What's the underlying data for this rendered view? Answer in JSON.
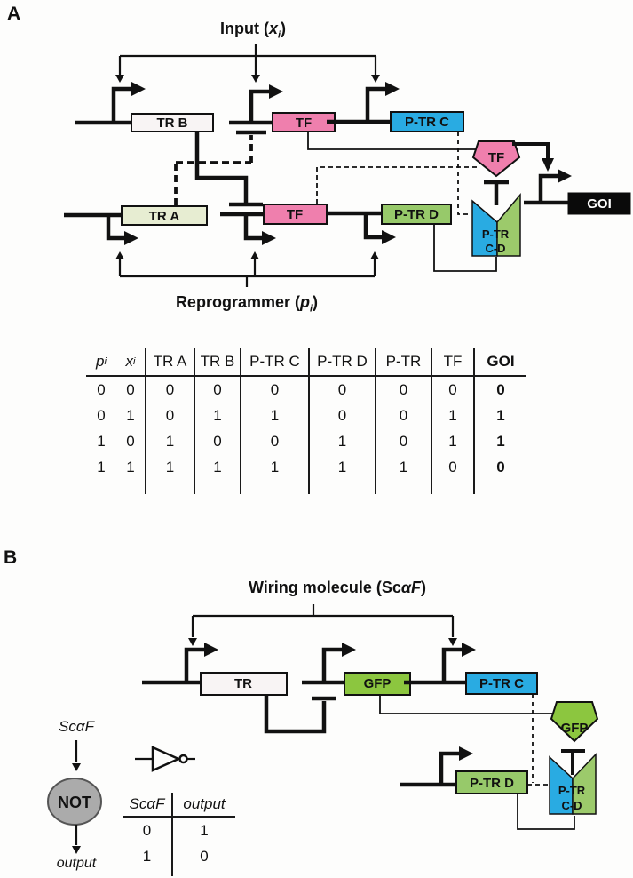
{
  "panelA": {
    "label": "A",
    "input_label": {
      "prefix": "Input (",
      "var": "x",
      "sub": "i",
      "suffix": ")"
    },
    "reprogrammer_label": {
      "prefix": "Reprogrammer (",
      "var": "p",
      "sub": "i",
      "suffix": ")"
    },
    "genes": {
      "tr_b": "TR B",
      "tf_top": "TF",
      "p_tr_c": "P-TR C",
      "tr_a": "TR A",
      "tf_bottom": "TF",
      "p_tr_d": "P-TR D",
      "tf_pentagon": "TF",
      "complex_top": "P-TR",
      "complex_bottom": "C-D",
      "goi": "GOI"
    },
    "truth_table": {
      "headers": [
        {
          "var": "p",
          "sub": "i"
        },
        {
          "var": "x",
          "sub": "i"
        },
        "TR A",
        "TR B",
        "P-TR C",
        "P-TR D",
        "P-TR",
        "TF",
        "GOI"
      ],
      "rows": [
        [
          "0",
          "0",
          "0",
          "0",
          "0",
          "0",
          "0",
          "0",
          "0"
        ],
        [
          "0",
          "1",
          "0",
          "1",
          "1",
          "0",
          "0",
          "1",
          "1"
        ],
        [
          "1",
          "0",
          "1",
          "0",
          "0",
          "1",
          "0",
          "1",
          "1"
        ],
        [
          "1",
          "1",
          "1",
          "1",
          "1",
          "1",
          "1",
          "0",
          "0"
        ]
      ]
    }
  },
  "panelB": {
    "label": "B",
    "title": {
      "prefix": "Wiring molecule (Sc",
      "italic": "αF",
      "suffix": ")"
    },
    "genes": {
      "tr": "TR",
      "gfp": "GFP",
      "p_tr_c": "P-TR C",
      "gfp_pentagon": "GFP",
      "p_tr_d": "P-TR D",
      "complex_top": "P-TR",
      "complex_bottom": "C-D"
    },
    "not_motif": {
      "input": "ScαF",
      "gate": "NOT",
      "output": "output"
    },
    "truth_table": {
      "headers": [
        "ScαF",
        "output"
      ],
      "rows": [
        [
          "0",
          "1"
        ],
        [
          "1",
          "0"
        ]
      ]
    }
  },
  "colors": {
    "pink": "#EF7FAD",
    "blue": "#29ABE2",
    "gfp_green": "#8CC63F",
    "mid_green": "#97C96A",
    "pale_green": "#E7EDD2",
    "near_white": "#F8F4F4",
    "goi_black": "#0A0A0A",
    "not_gray": "#ABABAB"
  }
}
